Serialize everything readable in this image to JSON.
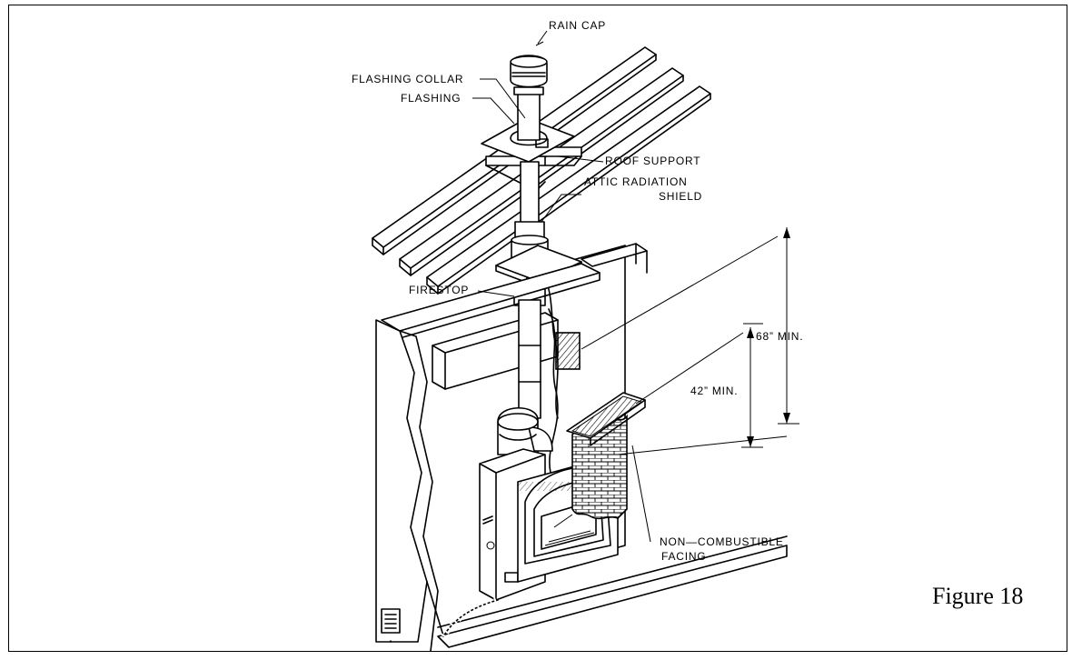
{
  "labels": {
    "rain_cap": "RAIN CAP",
    "flashing_collar": "FLASHING COLLAR",
    "flashing": "FLASHING",
    "roof_support": "ROOF SUPPORT",
    "attic_shield_line1": "ATTIC RADIATION",
    "attic_shield_line2": "SHIELD",
    "firestop": "FIRESTOP",
    "dim_68": "68” MIN.",
    "dim_42": "42” MIN.",
    "facing_line1": "NON—COMBUSTIBLE",
    "facing_line2": "FACING"
  },
  "caption": "Figure 18"
}
